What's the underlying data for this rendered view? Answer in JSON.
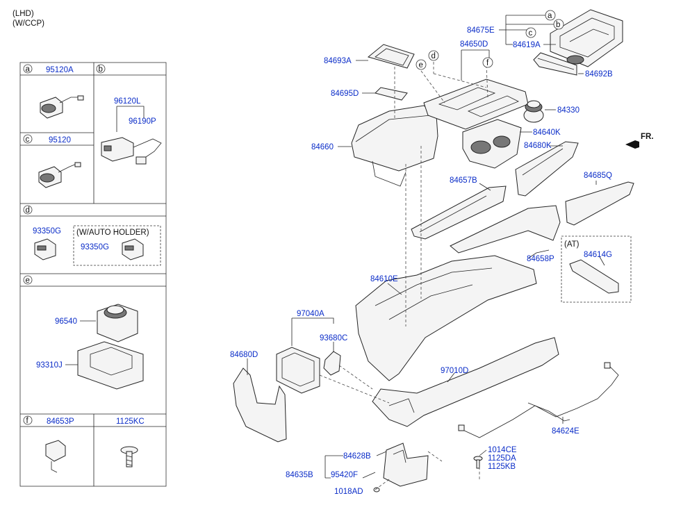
{
  "header": {
    "line1": "(LHD)",
    "line2": "(W/CCP)"
  },
  "direction": {
    "label": "FR."
  },
  "legend": {
    "a": {
      "letter": "a",
      "part": "95120A"
    },
    "b": {
      "letter": "b",
      "part1": "96120L",
      "part2": "96190P"
    },
    "c": {
      "letter": "c",
      "part": "95120"
    },
    "d": {
      "letter": "d",
      "part1": "93350G",
      "note": "(W/AUTO HOLDER)",
      "part2": "93350G"
    },
    "e": {
      "letter": "e",
      "part1": "96540",
      "part2": "93310J"
    },
    "f": {
      "letter": "f",
      "part": "84653P"
    },
    "g": {
      "part": "1125KC"
    }
  },
  "callouts": {
    "a": "a",
    "b": "b",
    "c": "c",
    "d": "d",
    "e": "e",
    "f": "f"
  },
  "labels": {
    "p84675E": "84675E",
    "p84619A": "84619A",
    "p84692B": "84692B",
    "p84650D": "84650D",
    "p84693A": "84693A",
    "p84695D": "84695D",
    "p84330": "84330",
    "p84640K": "84640K",
    "p84660": "84660",
    "p84680K": "84680K",
    "p84657B": "84657B",
    "p84685Q": "84685Q",
    "at": "(AT)",
    "p84614G": "84614G",
    "p84658P": "84658P",
    "p84610E": "84610E",
    "p97040A": "97040A",
    "p93680C": "93680C",
    "p84680D": "84680D",
    "p97010D": "97010D",
    "p84624E": "84624E",
    "p1014CE": "1014CE",
    "p1125DA": "1125DA",
    "p1125KB": "1125KB",
    "p84628B": "84628B",
    "p84635B": "84635B",
    "p95420F": "95420F",
    "p1018AD": "1018AD"
  }
}
